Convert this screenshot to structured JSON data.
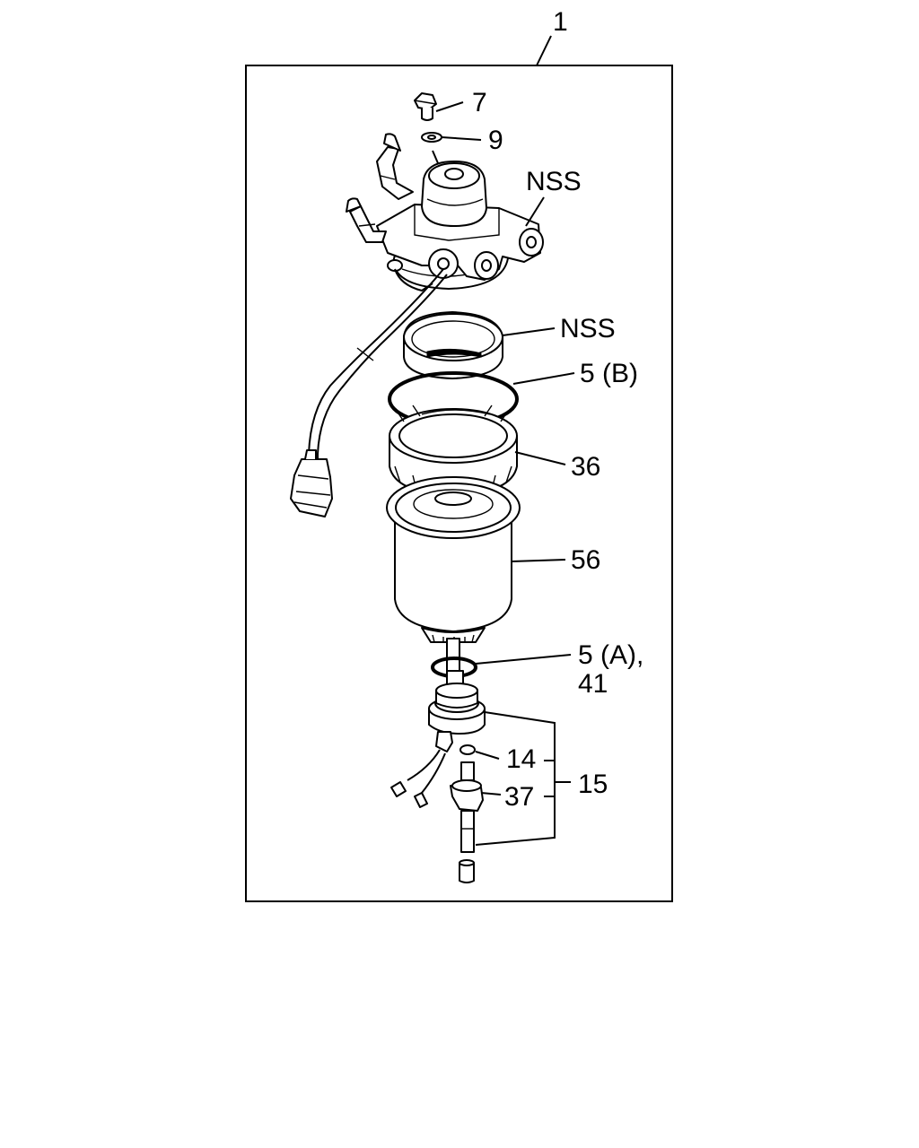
{
  "labels": {
    "assembly": "1",
    "bolt": "7",
    "washer": "9",
    "head_nss": "NSS",
    "ring_nss": "NSS",
    "oring_b": "5 (B)",
    "retainer": "36",
    "element": "56",
    "oring_a": "5 (A),",
    "oring_a_alt": "41",
    "seal": "14",
    "sensor": "37",
    "sensor_kit": "15"
  },
  "colors": {
    "line": "#000000",
    "background": "#ffffff"
  }
}
